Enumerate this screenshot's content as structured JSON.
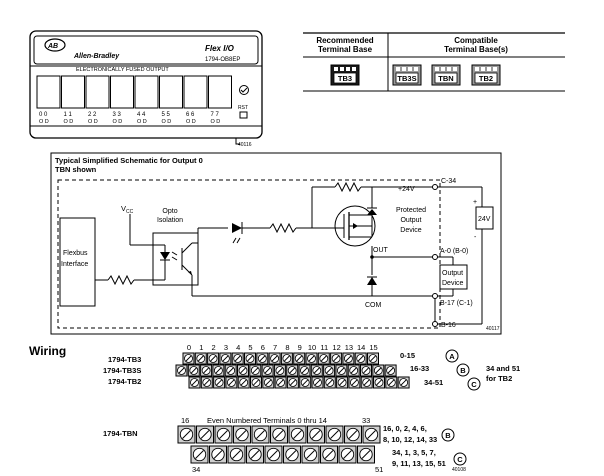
{
  "module": {
    "brand": "Allen-Bradley",
    "product_line": "Flex I/O",
    "title": "ELECTRONICALLY FUSED OUTPUT",
    "catalog": "1794-OB8EP",
    "rst_label": "RST",
    "channel_numbers": [
      "0",
      "1",
      "2",
      "3",
      "4",
      "5",
      "6",
      "7"
    ],
    "led_labels": [
      "O D",
      "O D",
      "O D",
      "O D",
      "O D",
      "O D",
      "O D",
      "O D"
    ],
    "figure_id": "40116"
  },
  "terminal_base": {
    "recommended_title_line1": "Recommended",
    "recommended_title_line2": "Terminal Base",
    "compatible_title_line1": "Compatible",
    "compatible_title_line2": "Terminal Base(s)",
    "recommended": [
      "TB3"
    ],
    "compatible": [
      "TB3S",
      "TBN",
      "TB2"
    ]
  },
  "schematic": {
    "title_line1": "Typical Simplified Schematic for Output 0",
    "title_line2": "TBN shown",
    "vcc_label": "V",
    "vcc_sub": "CC",
    "opto_line1": "Opto",
    "opto_line2": "Isolation",
    "flexbus_line1": "Flexbus",
    "flexbus_line2": "Interface",
    "supply_label": "+24V",
    "protected_line1": "Protected",
    "protected_line2": "Output",
    "protected_line3": "Device",
    "out_label": "OUT",
    "com_label": "COM",
    "c34": "C-34",
    "a0": "A-0 (B-0)",
    "b17": "B-17 (C-1)",
    "b16": "B-16",
    "supply_value": "24V",
    "plus_sign": "+",
    "minus_sign": "-",
    "output_device_line1": "Output",
    "output_device_line2": "Device",
    "figure_id": "40117"
  },
  "wiring": {
    "heading": "Wiring",
    "tb3_label": "1794-TB3",
    "tb3s_label": "1794-TB3S",
    "tb2_label": "1794-TB2",
    "top_numbers": [
      "0",
      "1",
      "2",
      "3",
      "4",
      "5",
      "6",
      "7",
      "8",
      "9",
      "10",
      "11",
      "12",
      "13",
      "14",
      "15"
    ],
    "row_a_range": "0-15",
    "row_b_range": "16-33",
    "row_c_range": "34-51",
    "callout_a": "A",
    "callout_b": "B",
    "callout_c": "C",
    "note_line1": "34 and 51",
    "note_line2": "for TB2",
    "tbn_label": "1794-TBN",
    "tbn_left_top": "16",
    "tbn_even_note": "Even Numbered Terminals 0 thru 14",
    "tbn_right_top": "33",
    "tbn_left_bottom": "34",
    "tbn_right_bottom": "51",
    "tbn_b_line1": "16, 0, 2, 4, 6,",
    "tbn_b_line2": "8, 10, 12, 14, 33",
    "tbn_c_line1": "34, 1, 3, 5, 7,",
    "tbn_c_line2": "9, 11, 13, 15, 51",
    "figure_id": "40108"
  }
}
